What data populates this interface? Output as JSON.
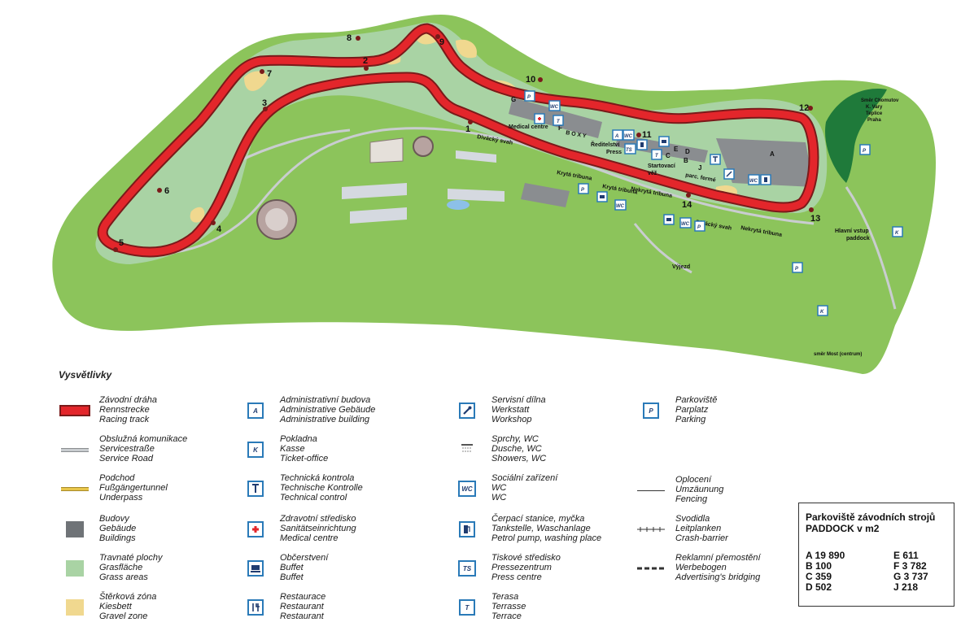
{
  "map": {
    "turn_numbers": [
      "1",
      "2",
      "3",
      "4",
      "5",
      "6",
      "7",
      "8",
      "9",
      "10",
      "11",
      "12",
      "13",
      "14"
    ],
    "labels": {
      "divacky_svah_1": "Divácký svah",
      "divacky_svah_2": "Divácký svah",
      "kryta_tribuna_1": "Krytá tribuna",
      "kryta_tribuna_2": "Krytá tribuna",
      "nekryta_tribuna_1": "Nekrytá tribuna",
      "nekryta_tribuna_2": "Nekrytá tribuna",
      "medical_centre": "Medical centre",
      "boxy": "B O X Y",
      "reditelstvi": "Ředitelství",
      "press": "Press",
      "startovaci_vez_1": "Startovací",
      "startovaci_vez_2": "věž",
      "parc_ferme": "parc. fermé",
      "vyjezd": "Výjezd",
      "hlavni_vstup_1": "Hlavní vstup",
      "hlavni_vstup_2": "paddock",
      "smer_most": "směr Most (centrum)",
      "smer_chomutov": [
        "Směr Chomutov",
        "K. Vary",
        "Teplice",
        "Praha"
      ],
      "letter_a": "A",
      "letter_b": "B",
      "letter_c": "C",
      "letter_d": "D",
      "letter_e": "E",
      "letter_f": "F",
      "letter_g": "G",
      "letter_j": "J"
    },
    "icons": {
      "parking": "P",
      "ticket": "K",
      "wc": "WC",
      "terrace": "T",
      "admin": "A",
      "press": "TS"
    },
    "colors": {
      "track": "#e3262b",
      "track_edge": "#7a1a1a",
      "grass_outer": "#8cc45b",
      "grass_inner": "#a9d3a4",
      "gravel": "#f0d88f",
      "building": "#8a8d90",
      "icon_border": "#2a7ab8",
      "forest": "#1f7a3a"
    }
  },
  "legend": {
    "title": "Vysvětlivky",
    "items": [
      {
        "lines": [
          "Závodní dráha",
          "Rennstrecke",
          "Racing track"
        ]
      },
      {
        "lines": [
          "Obslužná komunikace",
          "Servicestraße",
          "Service Road"
        ]
      },
      {
        "lines": [
          "Podchod",
          "Fußgängertunnel",
          "Underpass"
        ]
      },
      {
        "lines": [
          "Budovy",
          "Gebäude",
          "Buildings"
        ]
      },
      {
        "lines": [
          "Travnaté plochy",
          "Grasfläche",
          "Grass areas"
        ]
      },
      {
        "lines": [
          "Štěrková zóna",
          "Kiesbett",
          "Gravel zone"
        ]
      },
      {
        "lines": [
          "Administrativní budova",
          "Administrative Gebäude",
          "Administrative building"
        ],
        "icon": "A"
      },
      {
        "lines": [
          "Pokladna",
          "Kasse",
          "Ticket-office"
        ],
        "icon": "K"
      },
      {
        "lines": [
          "Technická kontrola",
          "Technische Kontrolle",
          "Technical control"
        ]
      },
      {
        "lines": [
          "Zdravotní středisko",
          "Sanitätseinrichtung",
          "Medical centre"
        ]
      },
      {
        "lines": [
          "Občerstvení",
          "Buffet",
          "Buffet"
        ]
      },
      {
        "lines": [
          "Restaurace",
          "Restaurant",
          "Restaurant"
        ]
      },
      {
        "lines": [
          "Servisní dílna",
          "Werkstatt",
          "Workshop"
        ]
      },
      {
        "lines": [
          "Sprchy, WC",
          "Dusche, WC",
          "Showers, WC"
        ]
      },
      {
        "lines": [
          "Sociální zařízení",
          "WC",
          "WC"
        ],
        "icon": "WC"
      },
      {
        "lines": [
          "Čerpací stanice, myčka",
          "Tankstelle, Waschanlage",
          "Petrol pump, washing place"
        ]
      },
      {
        "lines": [
          "Tiskové středisko",
          "Pressezentrum",
          "Press centre"
        ],
        "icon": "TS"
      },
      {
        "lines": [
          "Terasa",
          "Terrasse",
          "Terrace"
        ],
        "icon": "T"
      },
      {
        "lines": [
          "Parkoviště",
          "Parplatz",
          "Parking"
        ],
        "icon": "P"
      },
      {
        "lines": [
          "Oplocení",
          "Umzäunung",
          "Fencing"
        ]
      },
      {
        "lines": [
          "Svodidla",
          "Leitplanken",
          "Crash-barrier"
        ]
      },
      {
        "lines": [
          "Reklamní přemostění",
          "Werbebogen",
          "Advertising's bridging"
        ]
      }
    ]
  },
  "paddock": {
    "title_1": "Parkoviště závodních strojů",
    "title_2": "PADDOCK v m2",
    "left": [
      "A 19 890",
      "B 100",
      "C 359",
      "D 502"
    ],
    "right": [
      "E 611",
      "F 3 782",
      "G 3 737",
      "J 218"
    ]
  }
}
